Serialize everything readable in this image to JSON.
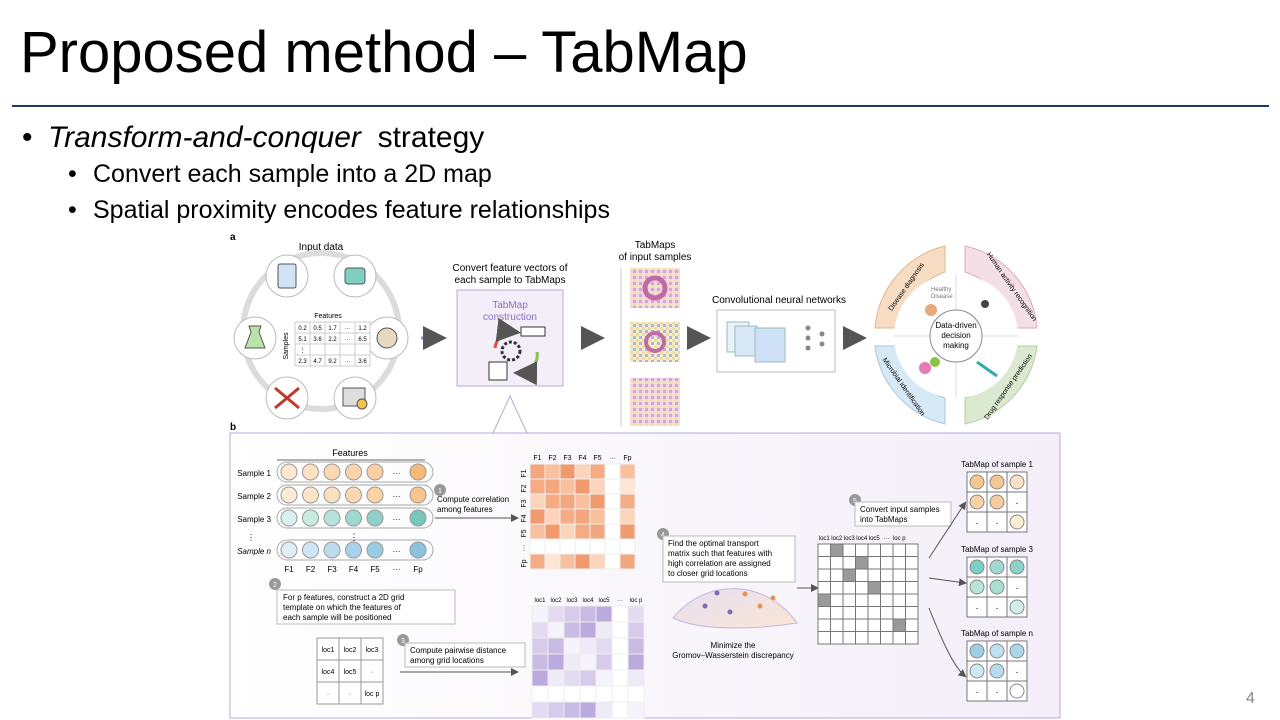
{
  "slide": {
    "title": "Proposed method – TabMap",
    "bullet1_em": "Transform-and-conquer",
    "bullet1_rest": "strategy",
    "sub_bullets": [
      "Convert each sample into a 2D map",
      "Spatial proximity encodes feature relationships"
    ],
    "page_number": "4"
  },
  "figure": {
    "panel_a": {
      "letter": "a",
      "input_data": "Input data",
      "features": "Features",
      "samples": "Samples",
      "table_rows": [
        [
          "0.2",
          "0.5",
          "1.7",
          "···",
          "1.2"
        ],
        [
          "5.1",
          "3.6",
          "2.2",
          "···",
          "6.5"
        ],
        [
          "⋮",
          "",
          "",
          "",
          ""
        ],
        [
          "2.3",
          "4.7",
          "9.2",
          "···",
          "3.6"
        ]
      ],
      "convert_line1": "Convert feature vectors of",
      "convert_line2": "each sample to TabMaps",
      "tabmap_line1": "TabMap",
      "tabmap_line2": "construction",
      "tabmaps_line1": "TabMaps",
      "tabmaps_line2": "of input samples",
      "cnn_label": "Convolutional neural networks",
      "center_line1": "Data-driven",
      "center_line2": "decision",
      "center_line3": "making",
      "healthy": "Healthy",
      "disease": "Disease",
      "ring_labels": [
        "Disease diagnosis",
        "Human activity recognition",
        "Drug response prediction",
        "Microbial identification"
      ]
    },
    "panel_b": {
      "letter": "b",
      "features": "Features",
      "sample_labels": [
        "Sample 1",
        "Sample 2",
        "Sample 3",
        "⋮",
        "Sample n"
      ],
      "f_labels": [
        "F1",
        "F2",
        "F3",
        "F4",
        "F5",
        "···",
        "Fp"
      ],
      "step1_num": "1",
      "step1_line1": "Compute correlation",
      "step1_line2": "among features",
      "step2_num": "2",
      "step2_line1": "For p features, construct a 2D grid",
      "step2_line2": "template on which the features of",
      "step2_line3": "each sample will be positioned",
      "grid_cells": [
        "loc1",
        "loc2",
        "loc3",
        "loc4",
        "loc5",
        "·",
        "·",
        "·",
        "loc p"
      ],
      "step3_num": "3",
      "step3_line1": "Compute pairwise distance",
      "step3_line2": "among grid locations",
      "loc_labels": [
        "loc1",
        "loc2",
        "loc3",
        "loc4",
        "loc5",
        "···",
        "loc p"
      ],
      "step4_num": "4",
      "step4_line1": "Find the optimal transport",
      "step4_line2": "matrix such that features with",
      "step4_line3": "high correlation are assigned",
      "step4_line4": "to closer grid locations",
      "minimize_line1": "Minimize the",
      "minimize_line2": "Gromov–Wasserstein discrepancy",
      "step5_num": "5",
      "step5_line1": "Convert input samples",
      "step5_line2": "into TabMaps",
      "tabmap_s1": "TabMap of sample 1",
      "tabmap_s3": "TabMap of sample 3",
      "tabmap_sn": "TabMap of sample n"
    }
  },
  "colors": {
    "title_rule": "#1f3864",
    "arrow": "#9b87c1",
    "panel_border": "#b9a8d8",
    "corr_orange": "#f2a77e",
    "dist_purple": "#a999d1",
    "teal": "#7ecfc3",
    "peach": "#f6c792"
  }
}
